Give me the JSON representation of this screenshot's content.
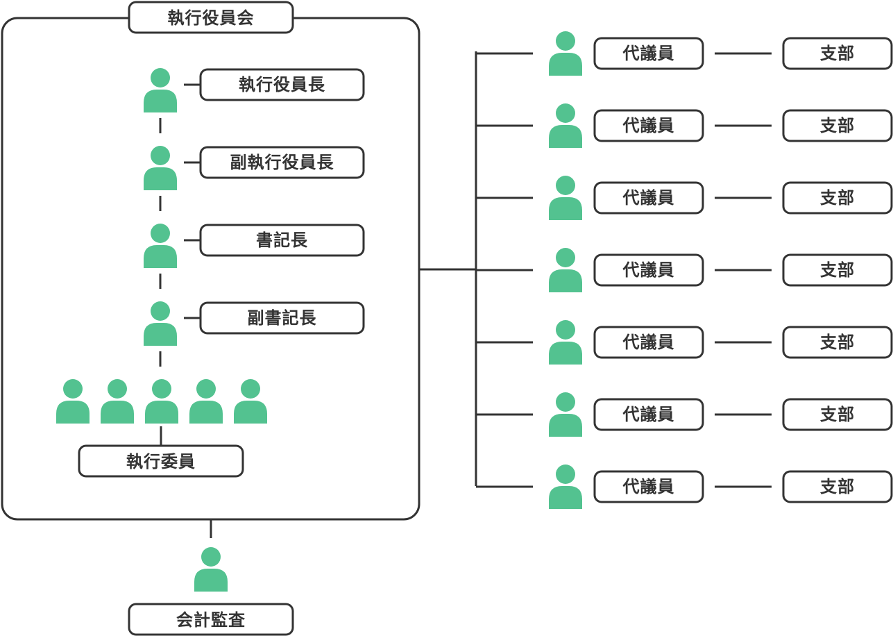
{
  "committee": {
    "title": "執行役員会",
    "roles": [
      "執行役員長",
      "副執行役員長",
      "書記長",
      "副書記長"
    ],
    "members_label": "執行委員",
    "members_count": 5
  },
  "auditor": {
    "label": "会計監査"
  },
  "branches": [
    {
      "rep_label": "代議員",
      "branch_label": "支部"
    },
    {
      "rep_label": "代議員",
      "branch_label": "支部"
    },
    {
      "rep_label": "代議員",
      "branch_label": "支部"
    },
    {
      "rep_label": "代議員",
      "branch_label": "支部"
    },
    {
      "rep_label": "代議員",
      "branch_label": "支部"
    },
    {
      "rep_label": "代議員",
      "branch_label": "支部"
    },
    {
      "rep_label": "代議員",
      "branch_label": "支部"
    }
  ],
  "colors": {
    "person": "#53c290",
    "stroke": "#333333"
  },
  "icons": {
    "person": "person-icon"
  }
}
